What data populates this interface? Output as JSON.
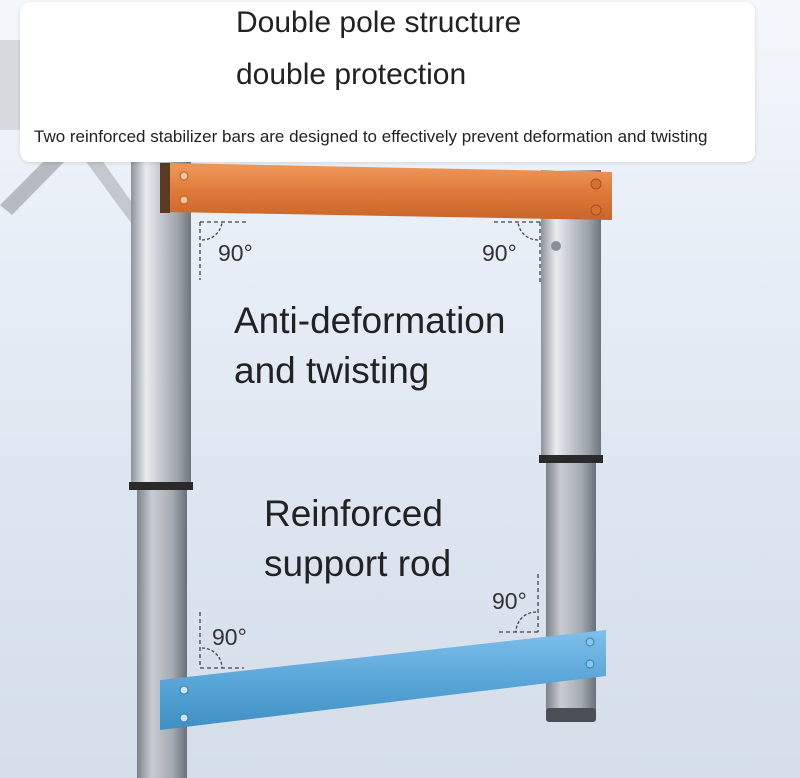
{
  "header": {
    "title_line_1": "Double pole structure",
    "title_line_2": "double protection",
    "subtitle": "Two reinforced stabilizer bars are designed to effectively prevent deformation and twisting"
  },
  "callouts": {
    "anti_deformation_line_1": "Anti-deformation",
    "anti_deformation_line_2": "and twisting",
    "support_rod_line_1": "Reinforced",
    "support_rod_line_2": "support rod"
  },
  "angles": {
    "top_left": "90°",
    "top_right": "90°",
    "bottom_left": "90°",
    "bottom_right": "90°"
  },
  "colors": {
    "top_bar": "#e07a3a",
    "bottom_bar": "#5aa6d8",
    "pole": "#b9bec5",
    "background": "#e6edf6"
  }
}
